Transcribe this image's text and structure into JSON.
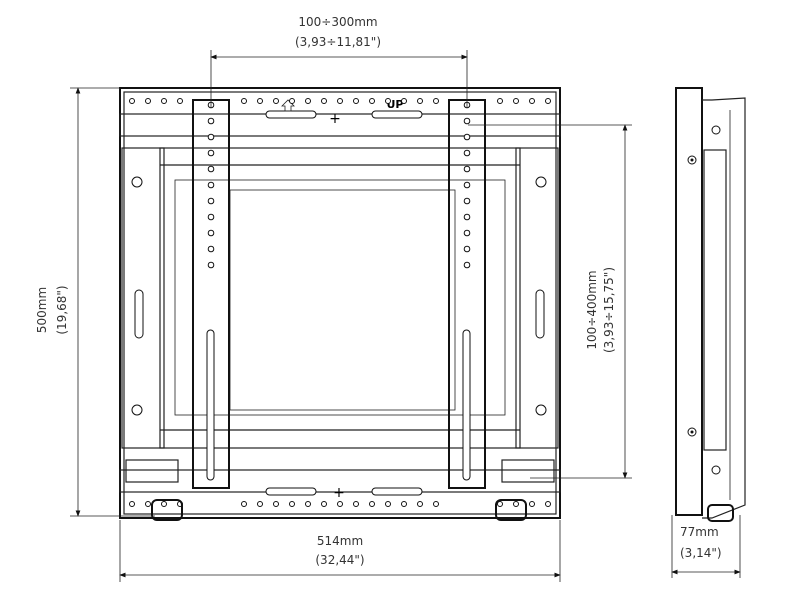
{
  "dimensions": {
    "horizontal_pattern": {
      "mm": "100÷300mm",
      "inch": "(3,93÷11,81\")"
    },
    "height": {
      "mm": "500mm",
      "inch": "(19,68\")"
    },
    "width": {
      "mm": "514mm",
      "inch": "(32,44\")"
    },
    "vertical_pattern": {
      "mm": "100÷400mm",
      "inch": "(3,93÷15,75\")"
    },
    "depth": {
      "mm": "77mm",
      "inch": "(3,14\")"
    }
  },
  "labels": {
    "up": "UP"
  }
}
